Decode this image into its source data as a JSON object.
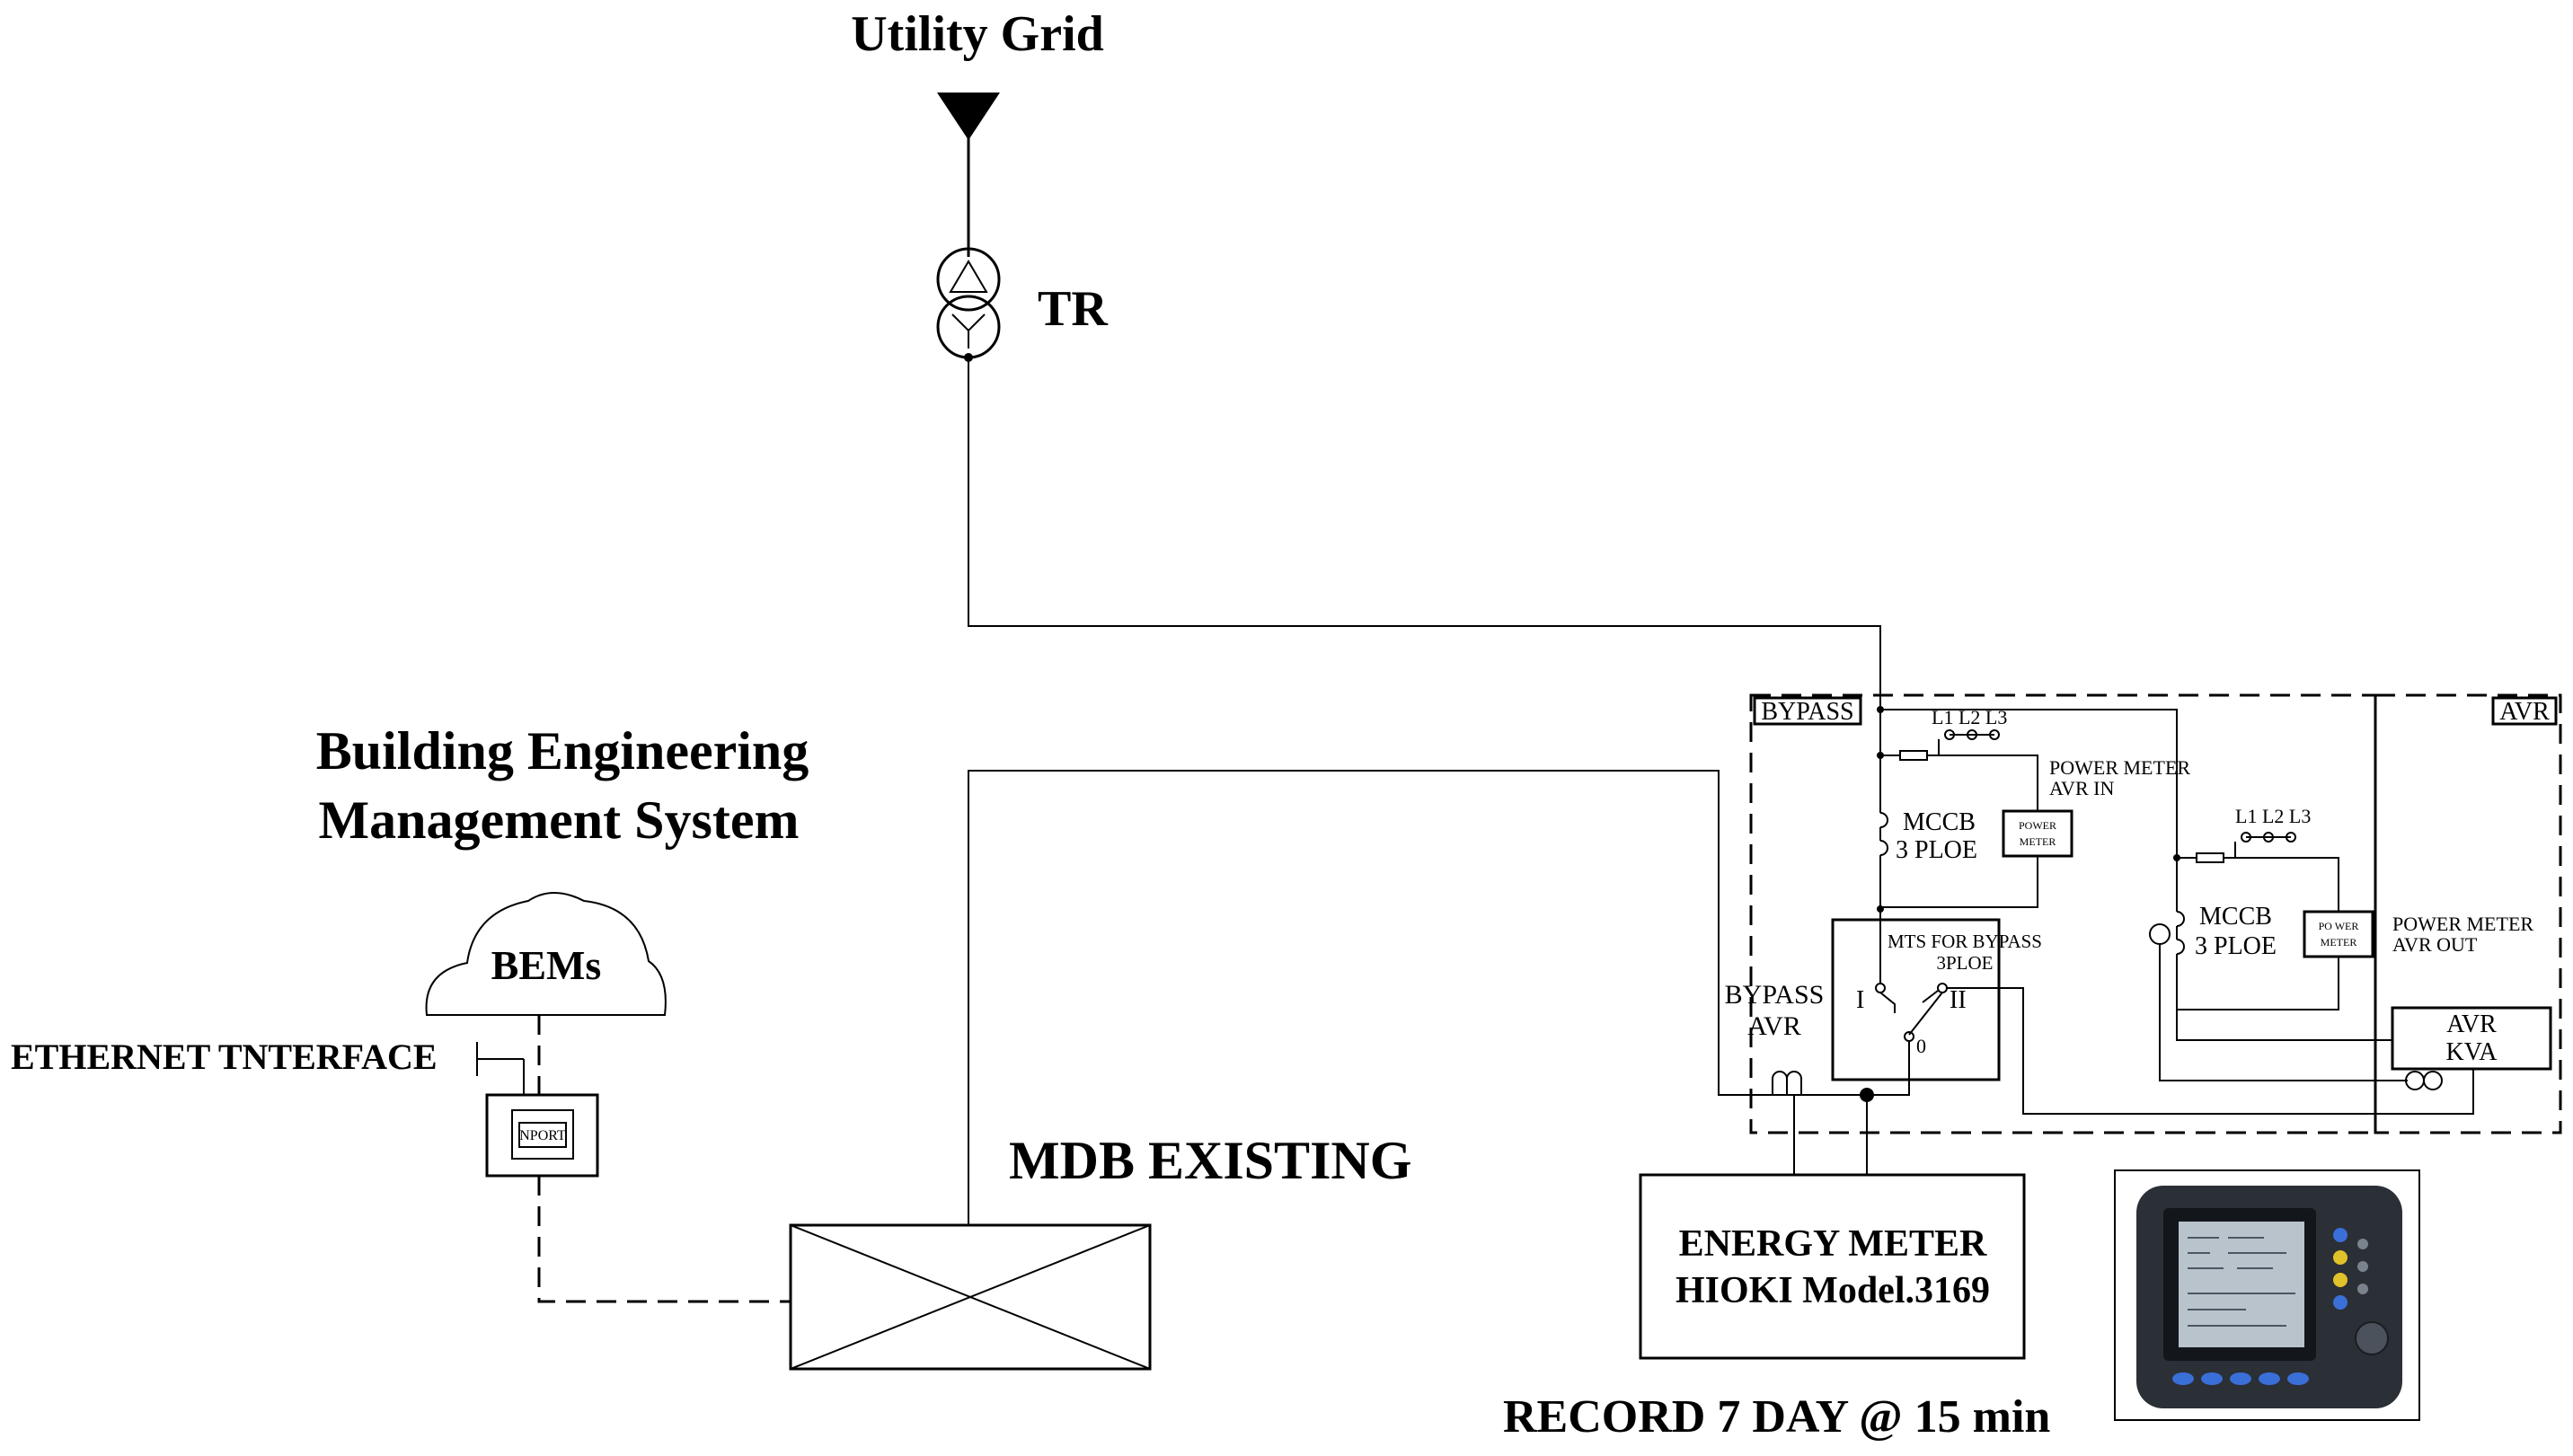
{
  "labels": {
    "utility_grid": "Utility Grid",
    "transformer": "TR",
    "bems_title_line1": "Building Engineering",
    "bems_title_line2": "Management System",
    "bems_cloud": "BEMs",
    "ethernet": "ETHERNET TNTERFACE",
    "nport": "NPORT",
    "mdb": "MDB EXISTING",
    "bypass": "BYPASS",
    "avr": "AVR",
    "phases_1": "L1 L2 L3",
    "phases_2": "L1 L2 L3",
    "power_meter_in_line1": "POWER METER",
    "power_meter_in_line2": "AVR IN",
    "power_meter_out_line1": "POWER METER",
    "power_meter_out_line2": "AVR OUT",
    "power_meter_box_line1": "POWER",
    "power_meter_box_line2": "METER",
    "power_meter_box2_line1": "PO WER",
    "power_meter_box2_line2": "METER",
    "mccb1_line1": "MCCB",
    "mccb1_line2": "3 PLOE",
    "mccb2_line1": "MCCB",
    "mccb2_line2": "3 PLOE",
    "mts_line1": "MTS FOR BYPASS",
    "mts_line2": "3PLOE",
    "mts_pos_1": "I",
    "mts_pos_2": "II",
    "mts_pos_0": "0",
    "bypass_avr_line1": "BYPASS",
    "bypass_avr_line2": "AVR",
    "avr_kva_line1": "AVR",
    "avr_kva_line2": "KVA",
    "energy_meter_line1": "ENERGY METER",
    "energy_meter_line2": "HIOKI Model.3169",
    "record": "RECORD 7 DAY @ 15 min"
  },
  "colors": {
    "line": "#000000",
    "background": "#ffffff",
    "device_body": "#2b2f36",
    "device_screen": "#b9c3cc",
    "device_button": "#3a6fd8"
  }
}
